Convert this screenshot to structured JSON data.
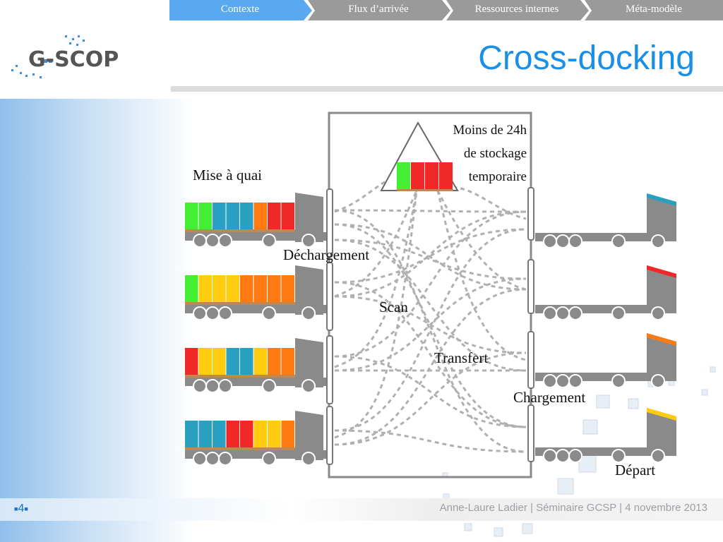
{
  "nav": {
    "tabs": [
      {
        "label": "Contexte",
        "active": true
      },
      {
        "label": "Flux d’arrivée",
        "active": false
      },
      {
        "label": "Ressources internes",
        "active": false
      },
      {
        "label": "Méta-modèle",
        "active": false
      }
    ],
    "active_color": "#5aa9f0",
    "inactive_color": "#9a9a9a"
  },
  "logo": {
    "text": "G-SCOP"
  },
  "slide": {
    "title": "Cross-docking"
  },
  "labels": {
    "mise_a_quai": "Mise à quai",
    "dechargement": "Déchargement",
    "scan": "Scan",
    "transfert": "Transfert",
    "chargement": "Chargement",
    "depart": "Départ",
    "storage_note": [
      "Moins de 24h",
      "de stockage",
      "temporaire"
    ]
  },
  "colors": {
    "green": "#44ee33",
    "blue": "#2aa0c0",
    "orange": "#ff7a10",
    "red": "#f02828",
    "yellow": "#ffcc10",
    "truck_gray": "#8a8a8a",
    "title_blue": "#1a8fe8"
  },
  "inbound_trucks": [
    {
      "name": "truck-1",
      "containers": [
        "green",
        "green",
        "blue",
        "blue",
        "blue",
        "orange",
        "red",
        "red"
      ]
    },
    {
      "name": "truck-2",
      "containers": [
        "green",
        "yellow",
        "yellow",
        "yellow",
        "orange",
        "orange",
        "orange",
        "orange"
      ]
    },
    {
      "name": "truck-3",
      "containers": [
        "red",
        "yellow",
        "yellow",
        "blue",
        "blue",
        "yellow",
        "orange",
        "orange"
      ]
    },
    {
      "name": "truck-4",
      "containers": [
        "blue",
        "blue",
        "blue",
        "red",
        "red",
        "yellow",
        "yellow",
        "orange"
      ]
    }
  ],
  "outbound_trucks": [
    {
      "name": "out-1",
      "color": "blue"
    },
    {
      "name": "out-2",
      "color": "red"
    },
    {
      "name": "out-3",
      "color": "orange"
    },
    {
      "name": "out-4",
      "color": "yellow"
    }
  ],
  "storage": {
    "containers": [
      "green",
      "red",
      "red",
      "red"
    ]
  },
  "footer": {
    "page": "4",
    "text": "Anne-Laure Ladier | Séminaire GCSP | 4 novembre 2013"
  }
}
